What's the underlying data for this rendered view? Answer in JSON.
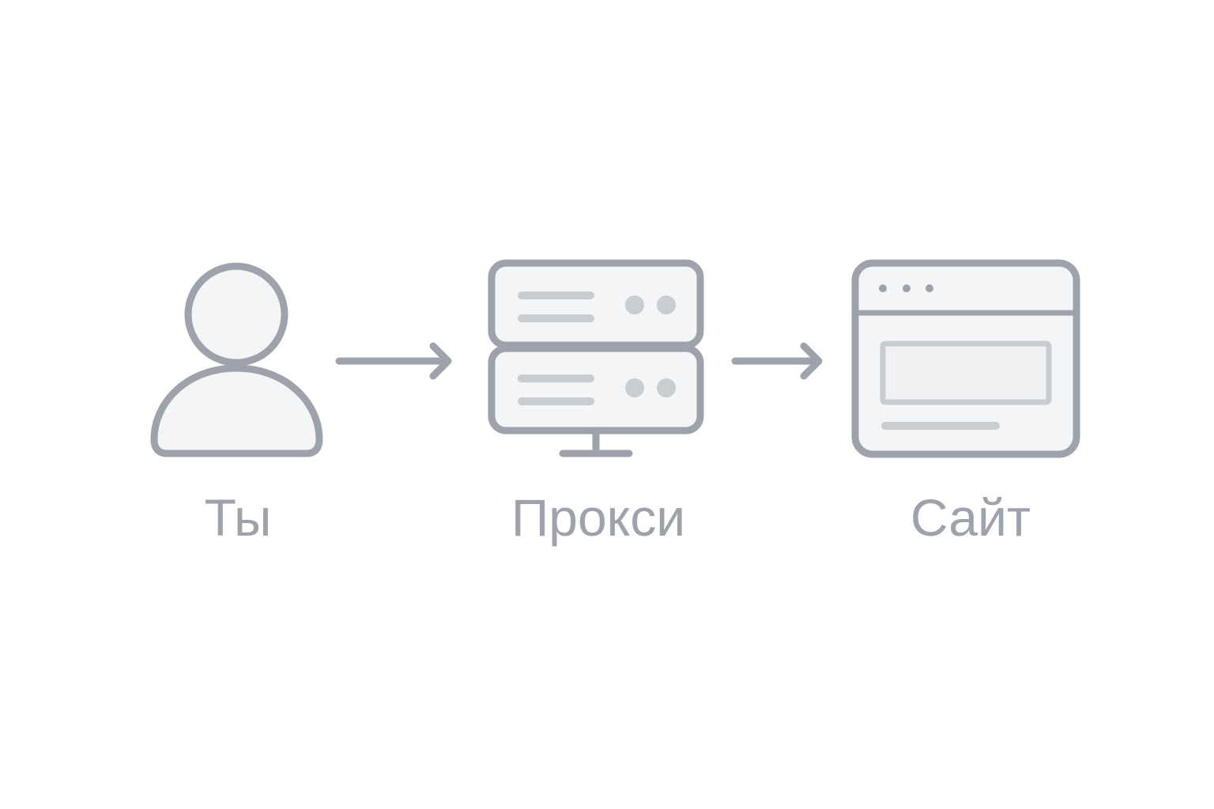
{
  "nodes": [
    {
      "id": "user",
      "label": "Ты",
      "icon": "user-icon"
    },
    {
      "id": "proxy",
      "label": "Прокси",
      "icon": "server-icon"
    },
    {
      "id": "site",
      "label": "Сайт",
      "icon": "browser-window-icon"
    }
  ],
  "edges": [
    {
      "from": "user",
      "to": "proxy",
      "icon": "arrow-right-icon"
    },
    {
      "from": "proxy",
      "to": "site",
      "icon": "arrow-right-icon"
    }
  ],
  "colors": {
    "background": "#ffffff",
    "stroke": "#9ea2aa",
    "fill": "#f4f5f7",
    "detail": "#c9ccd1",
    "text": "#9ea2aa"
  }
}
